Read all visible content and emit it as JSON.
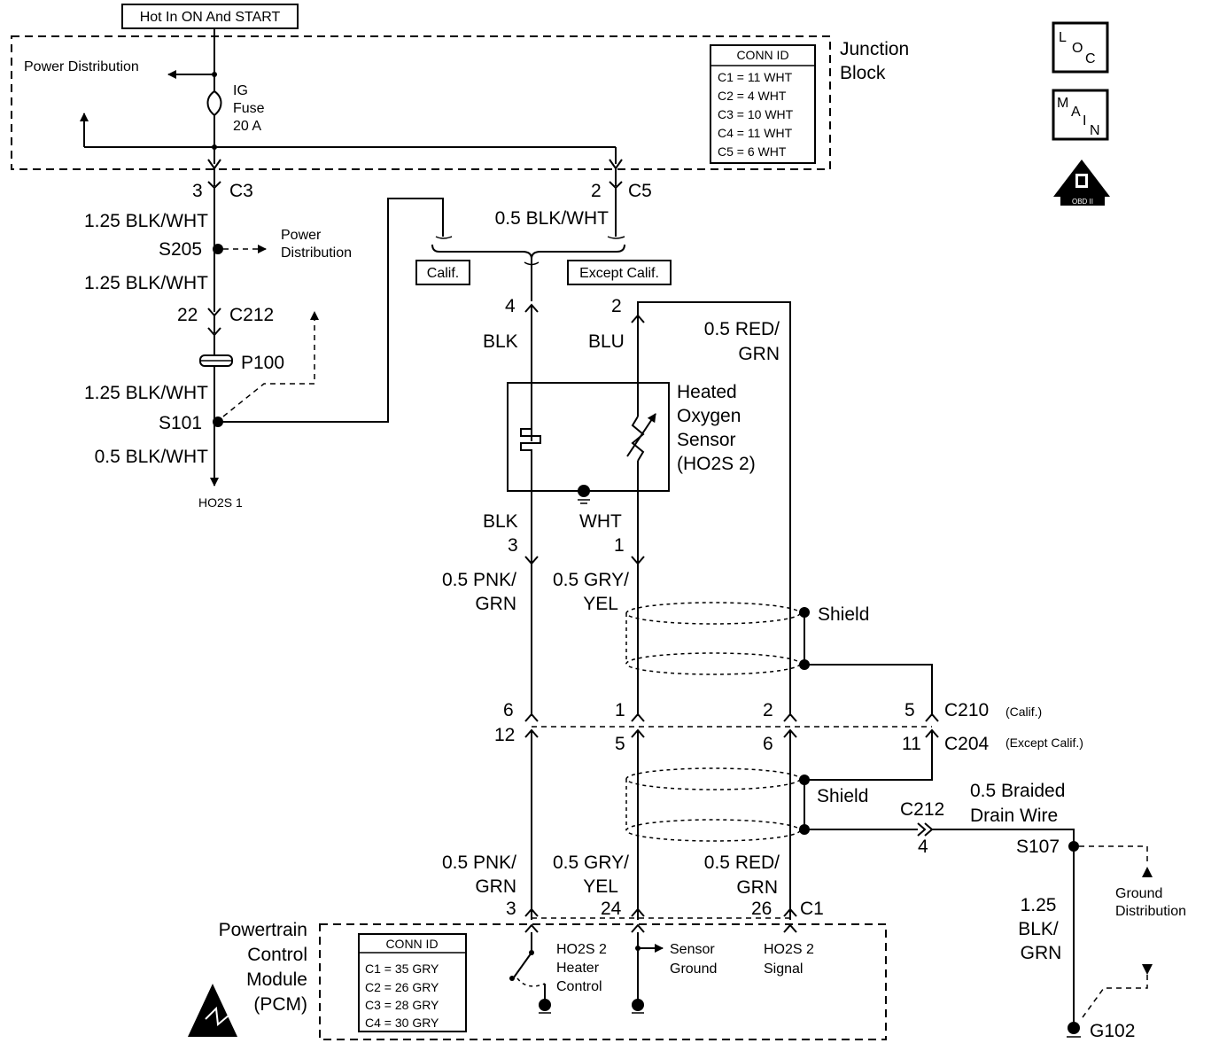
{
  "header": {
    "hot_in": "Hot In ON And START"
  },
  "junction_block": {
    "name_line1": "Junction",
    "name_line2": "Block",
    "power_distribution": "Power Distribution",
    "fuse_line1": "IG",
    "fuse_line2": "Fuse",
    "fuse_line3": "20 A",
    "conn_id_title": "CONN ID",
    "conn_ids": [
      "C1 = 11 WHT",
      "C2 = 4 WHT",
      "C3 = 10 WHT",
      "C4 = 11 WHT",
      "C5 = 6 WHT"
    ]
  },
  "badges": {
    "loc": [
      "L",
      "O",
      "C"
    ],
    "main": [
      "M",
      "A",
      "I",
      "N"
    ],
    "obd": "OBD II"
  },
  "left_circuit": {
    "c3_pin": "3",
    "c3_name": "C3",
    "wire1": "1.25 BLK/WHT",
    "s205": "S205",
    "s205_dest1": "Power",
    "s205_dest2": "Distribution",
    "wire2": "1.25 BLK/WHT",
    "c212_pin": "22",
    "c212_name": "C212",
    "p100": "P100",
    "wire3": "1.25 BLK/WHT",
    "s101": "S101",
    "wire4": "0.5 BLK/WHT",
    "ho2s1": "HO2S 1"
  },
  "center_top": {
    "c5_pin": "2",
    "c5_name": "C5",
    "wire": "0.5 BLK/WHT",
    "calif": "Calif.",
    "except_calif": "Except Calif."
  },
  "sensor": {
    "pin_a": "4",
    "pin_b": "2",
    "wire_a": "BLK",
    "wire_b": "BLU",
    "red_grn_1": "0.5 RED/",
    "red_grn_2": "GRN",
    "name": [
      "Heated",
      "Oxygen",
      "Sensor",
      "(HO2S 2)"
    ],
    "wire_c": "BLK",
    "wire_d": "WHT",
    "pin_c": "3",
    "pin_d": "1"
  },
  "mid_wires": {
    "pnk_grn_1": "0.5 PNK/",
    "pnk_grn_2": "GRN",
    "gry_yel_1": "0.5 GRY/",
    "gry_yel_2": "YEL",
    "shield": "Shield"
  },
  "inline_conn": {
    "c210_pins": [
      "6",
      "1",
      "2",
      "5"
    ],
    "c210_name": "C210",
    "c210_note": "(Calif.)",
    "c204_pins": [
      "12",
      "5",
      "6",
      "11"
    ],
    "c204_name": "C204",
    "c204_note": "(Except Calif.)"
  },
  "lower": {
    "shield": "Shield",
    "drain_1": "0.5 Braided",
    "drain_2": "Drain Wire",
    "c212": "C212",
    "c212_pin": "4",
    "s107": "S107",
    "ground_dist_1": "Ground",
    "ground_dist_2": "Distribution",
    "gnd_wire_1": "1.25",
    "gnd_wire_2": "BLK/",
    "gnd_wire_3": "GRN",
    "g102": "G102",
    "pnk_grn_1": "0.5 PNK/",
    "pnk_grn_2": "GRN",
    "gry_yel_1": "0.5 GRY/",
    "gry_yel_2": "YEL",
    "red_grn_1": "0.5 RED/",
    "red_grn_2": "GRN",
    "pin_pnk": "3",
    "pin_gry": "24",
    "pin_red": "26",
    "c1": "C1"
  },
  "pcm": {
    "name": [
      "Powertrain",
      "Control",
      "Module",
      "(PCM)"
    ],
    "conn_id_title": "CONN ID",
    "conn_ids": [
      "C1 = 35 GRY",
      "C2 = 26 GRY",
      "C3 = 28 GRY",
      "C4 = 30 GRY"
    ],
    "heater_1": "HO2S 2",
    "heater_2": "Heater",
    "heater_3": "Control",
    "ground_1": "Sensor",
    "ground_2": "Ground",
    "signal_1": "HO2S 2",
    "signal_2": "Signal"
  }
}
